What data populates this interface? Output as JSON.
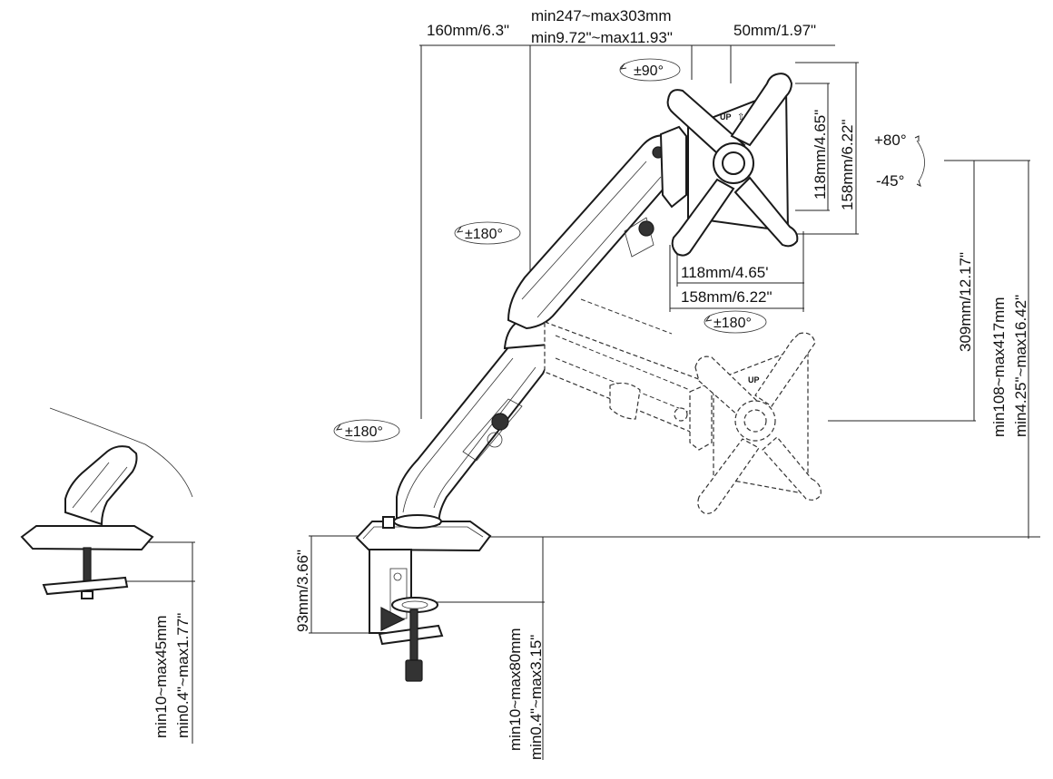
{
  "dimensions": {
    "arm_reach_offset": "160mm/6.3\"",
    "reach_range_mm": "min247~max303mm",
    "reach_range_in": "min9.72\"~max11.93\"",
    "vesa_offset": "50mm/1.97\"",
    "vesa_inner_vertical": "118mm/4.65\"",
    "vesa_outer_vertical": "158mm/6.22\"",
    "vesa_inner_horizontal": "118mm/4.65'",
    "vesa_outer_horizontal": "158mm/6.22\"",
    "height_span": "309mm/12.17\"",
    "height_range_mm": "min108~max417mm",
    "height_range_in": "min4.25\"~max16.42\"",
    "clamp_height": "93mm/3.66\"",
    "clamp_range_mm": "min10~max80mm",
    "clamp_range_in": "min0.4\"~max3.15\"",
    "grommet_range_mm": "min10~max45mm",
    "grommet_range_in": "min0.4\"~max1.77\""
  },
  "rotations": {
    "rotation_top": "±90°",
    "tilt_up": "+80°",
    "tilt_down": "-45°",
    "swivel_upper_arm": "±180°",
    "swivel_lower_arm": "±180°",
    "swivel_head": "±180°"
  },
  "plate_marks": {
    "up_solid": "UP",
    "up_dashed": "UP"
  }
}
